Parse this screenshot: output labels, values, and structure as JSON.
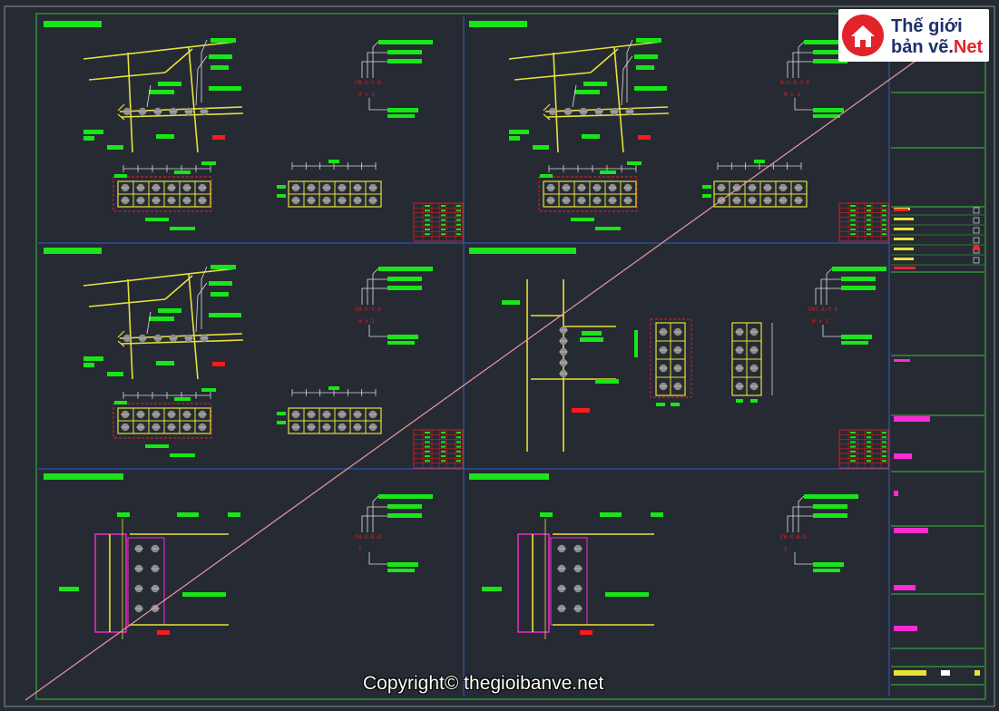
{
  "logo": {
    "line1": "Thế giới",
    "line2_main": "bản vẽ.",
    "line2_accent": "Net",
    "icon": "house-icon"
  },
  "watermark": "Copyright© thegioibanve.net",
  "colors": {
    "background": "#262a33",
    "frame": "#8a8f96",
    "inner_frame": "#34c13b",
    "panel_divider": "#2f5fd0",
    "steel": "#e6e23a",
    "label": "#18e618",
    "mark": "#ff1a1a",
    "highlight": "#ff2ad4",
    "diagonal": "#e89a9a",
    "bolt": "#8c8c8c"
  },
  "drawing_panels": [
    {
      "id": "p1",
      "row": 1,
      "col": 1,
      "kind": "truss-node",
      "code": "CB-X-Y-D",
      "scale": "H x 1"
    },
    {
      "id": "p2",
      "row": 1,
      "col": 2,
      "kind": "truss-node",
      "code": "N-C-X-Y-D",
      "scale": "H x 1"
    },
    {
      "id": "p3",
      "row": 2,
      "col": 1,
      "kind": "truss-node",
      "code": "CH-X-Y-D",
      "scale": "H x 1"
    },
    {
      "id": "p4",
      "row": 2,
      "col": 2,
      "kind": "column-splice",
      "code": "U6F-X-Y-D",
      "scale": "H x 1"
    },
    {
      "id": "p5",
      "row": 3,
      "col": 1,
      "kind": "beam-column",
      "code": "CH-X-B-D",
      "scale": "1"
    },
    {
      "id": "p6",
      "row": 3,
      "col": 2,
      "kind": "beam-column",
      "code": "CH-X-B-D",
      "scale": "1"
    }
  ]
}
